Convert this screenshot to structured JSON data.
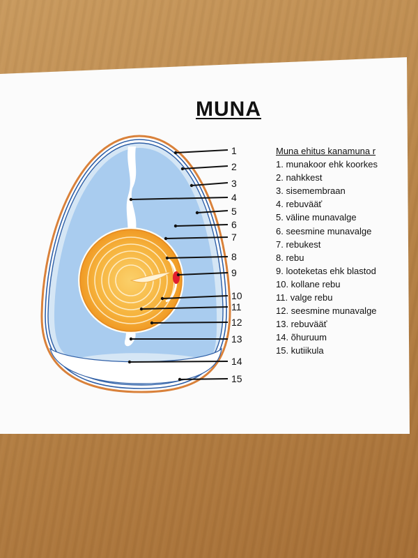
{
  "title": "MUNA",
  "legend": {
    "title": "Muna ehitus kanamuna r",
    "items": [
      {
        "num": "1",
        "text": "1. munakoor ehk koorkes"
      },
      {
        "num": "2",
        "text": "2. nahkkest"
      },
      {
        "num": "3",
        "text": "3. sisemembraan"
      },
      {
        "num": "4",
        "text": "4. rebuvääť"
      },
      {
        "num": "5",
        "text": "5. väline munavalge"
      },
      {
        "num": "6",
        "text": "6. seesmine munavalge"
      },
      {
        "num": "7",
        "text": "7. rebukest"
      },
      {
        "num": "8",
        "text": "8. rebu"
      },
      {
        "num": "9",
        "text": "9. looteketas ehk blastod"
      },
      {
        "num": "10",
        "text": "10. kollane rebu"
      },
      {
        "num": "11",
        "text": "11. valge rebu"
      },
      {
        "num": "12",
        "text": "12. seesmine munavalge"
      },
      {
        "num": "13",
        "text": "13. rebuvääť"
      },
      {
        "num": "14",
        "text": "14. õhuruum"
      },
      {
        "num": "15",
        "text": "15. kutiikula"
      }
    ]
  },
  "colors": {
    "shell_outline": "#d9813a",
    "membrane": "#2f5fa6",
    "outer_albumen": "#d5e6f5",
    "inner_albumen": "#a9ccef",
    "yolk": "#f4a22c",
    "yolk_light": "#fbd06a",
    "blastodisc": "#e21d2e"
  }
}
